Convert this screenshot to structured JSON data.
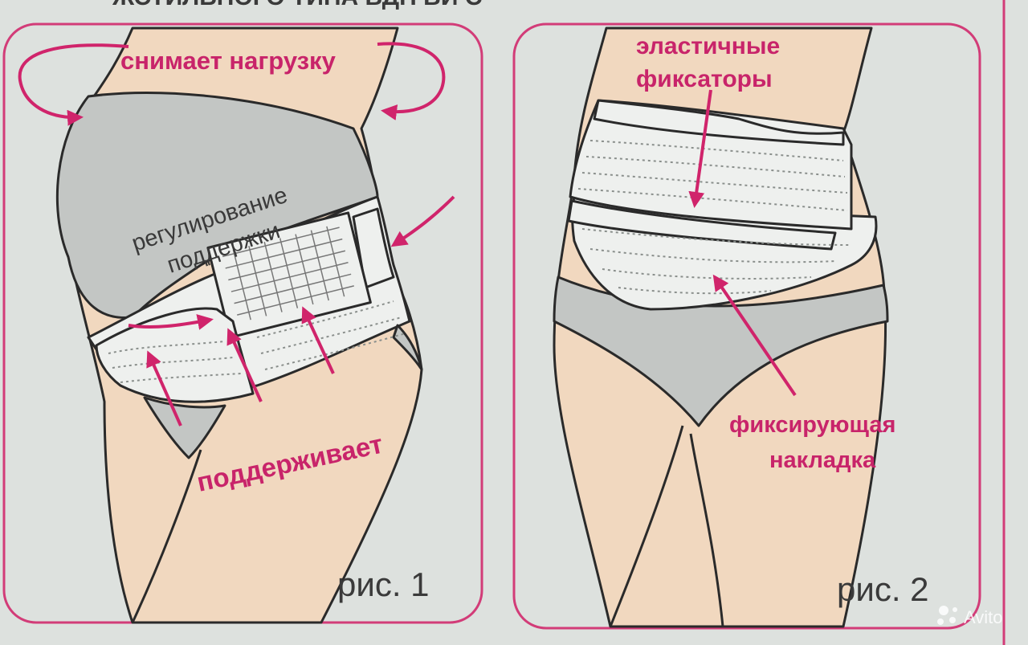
{
  "colors": {
    "accent": "#c8246a",
    "frame": "#d23c78",
    "skin": "#f1d8bf",
    "garment_grey": "#c3c6c4",
    "belt": "#eef0ee",
    "background": "#dde1de"
  },
  "header": {
    "partial_title": "ЖСТИЛЬНОГО ТИПА ВДН ВИ С "
  },
  "figure1": {
    "label_top": "снимает нагрузку",
    "label_center_line1": "регулирование",
    "label_center_line2": "поддержки",
    "label_bottom": "поддерживает",
    "caption": "рис. 1"
  },
  "figure2": {
    "label_top_line1": "эластичные",
    "label_top_line2": "фиксаторы",
    "label_bottom_line1": "фиксирующая",
    "label_bottom_line2": "накладка",
    "caption": "рис. 2"
  },
  "watermark": {
    "text": "Avito",
    "icon": "avito-logo-icon"
  }
}
